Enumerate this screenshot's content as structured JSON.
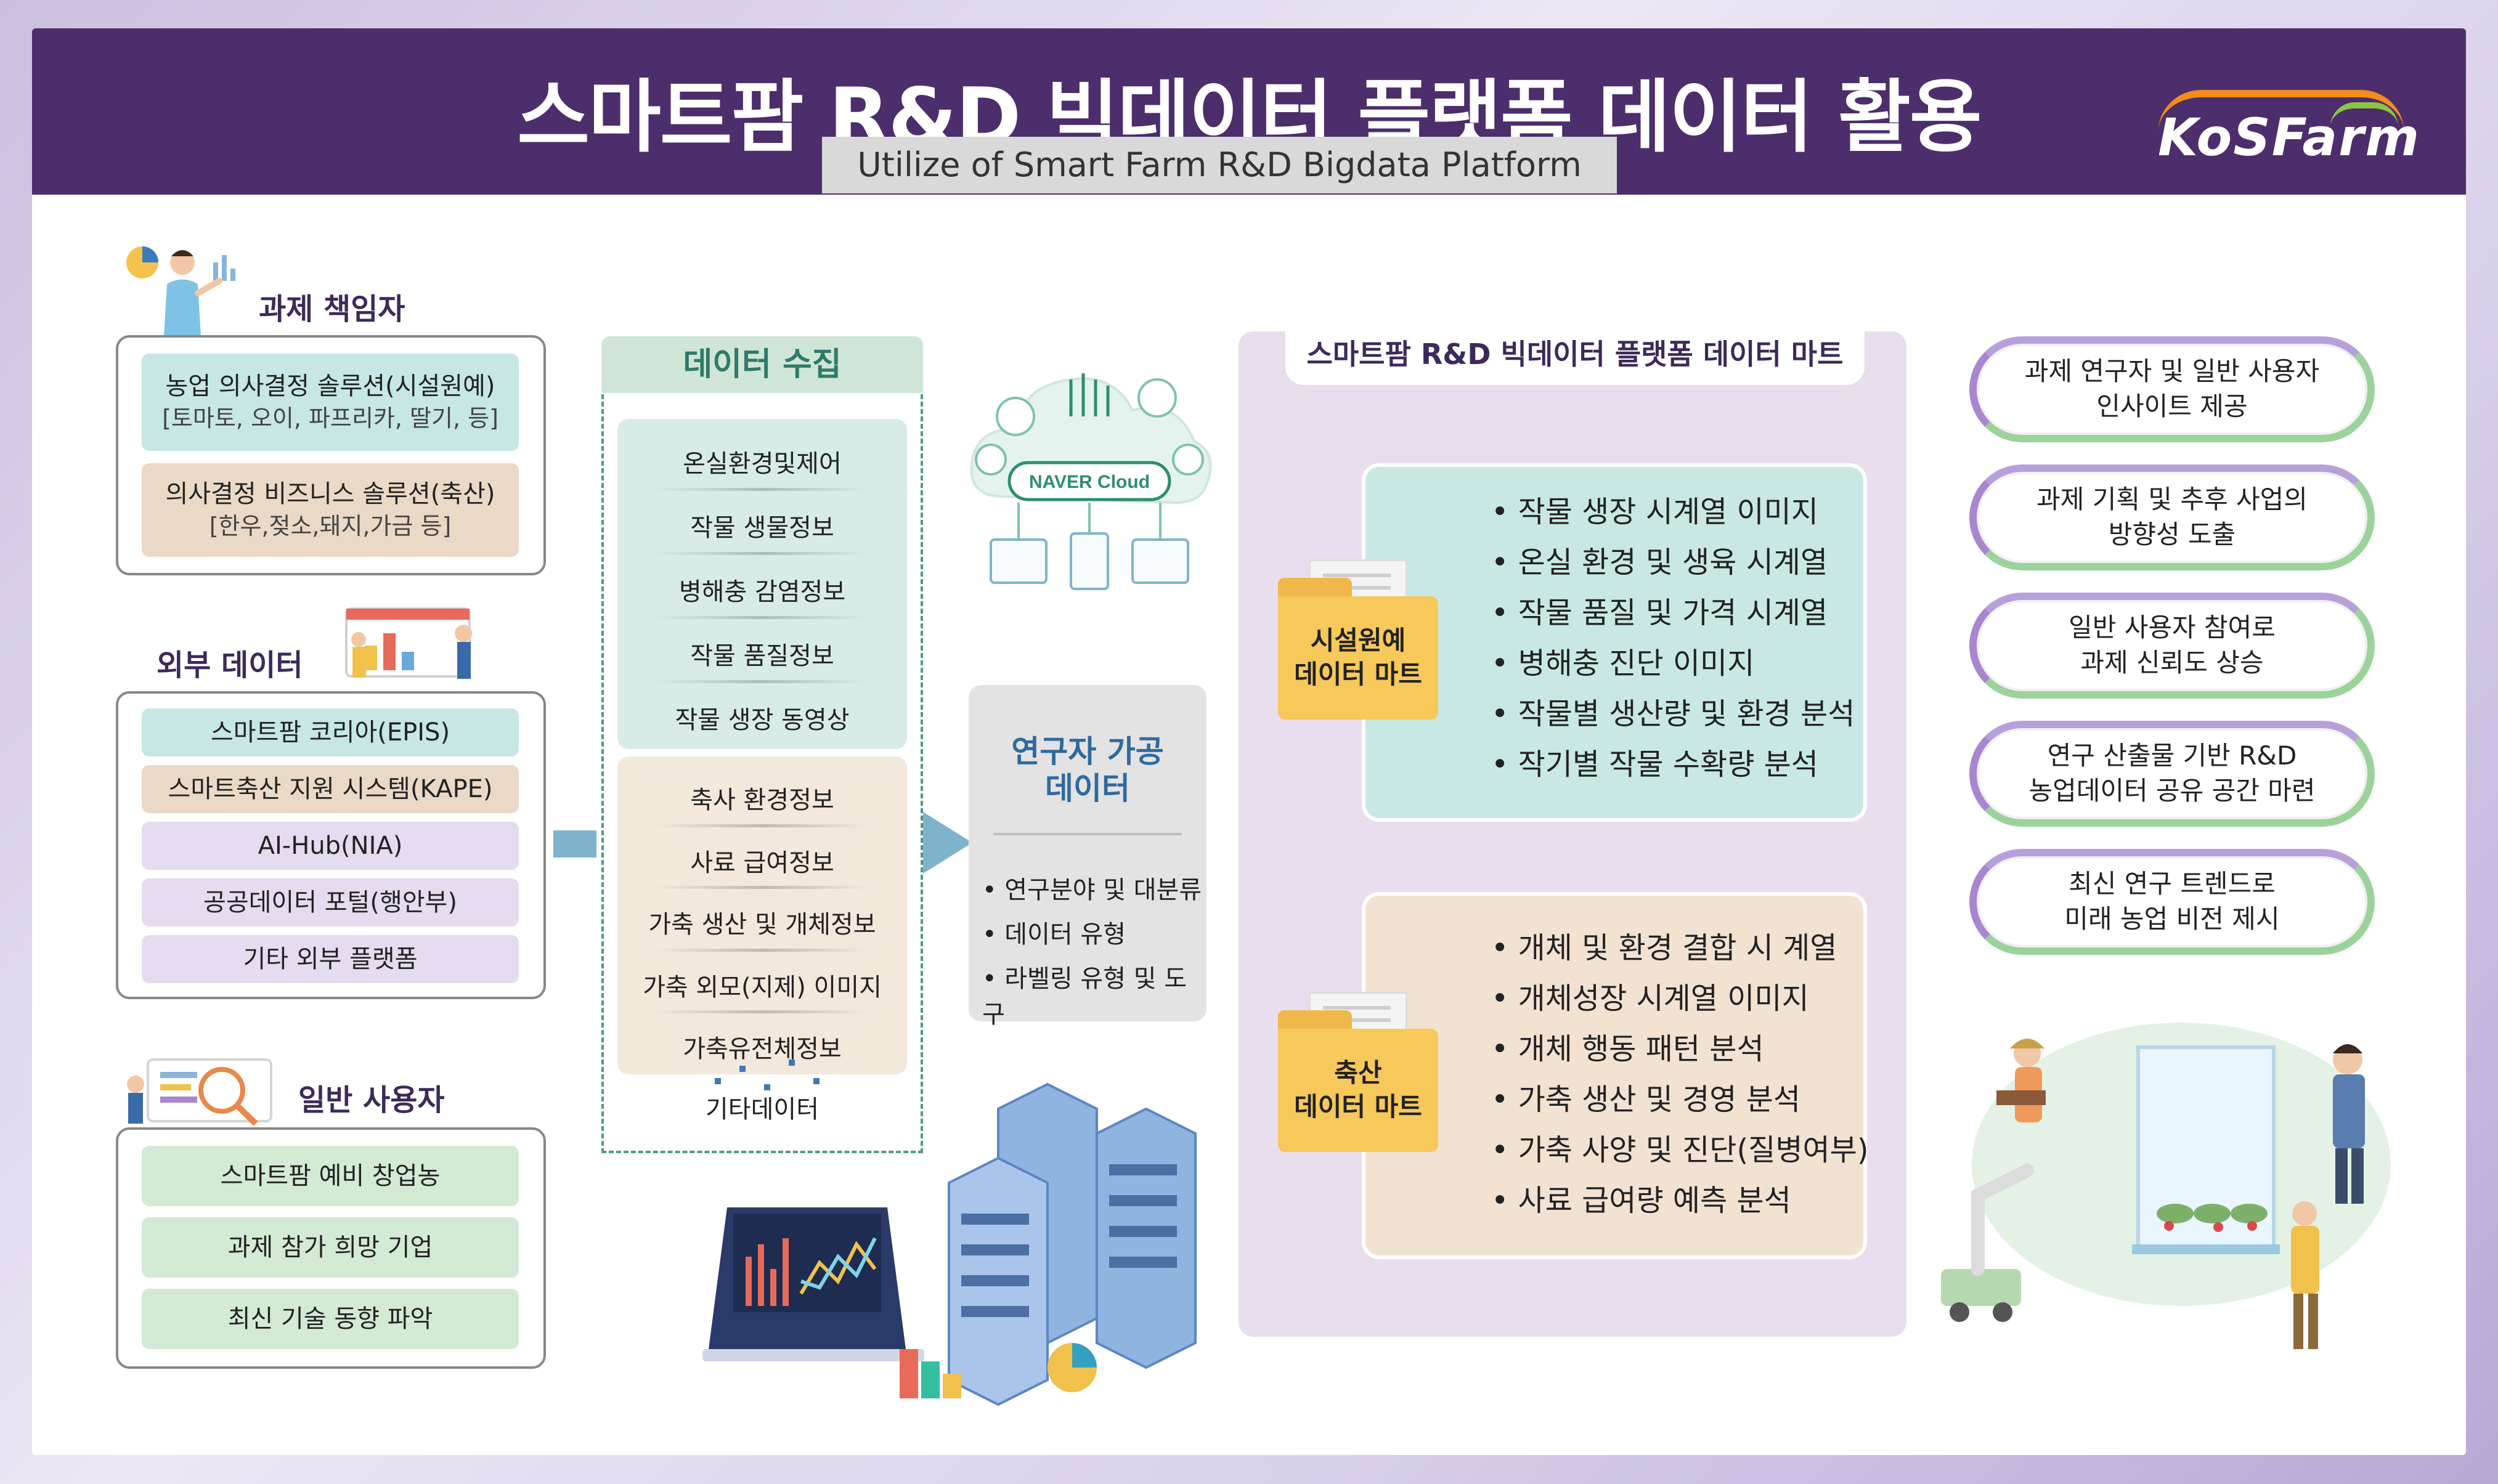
{
  "header": {
    "title": "스마트팜 R&D 빅데이터 플랫폼 데이터 활용",
    "subtitle": "Utilize of Smart Farm R&D Bigdata Platform",
    "logo": "KoSFarm"
  },
  "left": {
    "pi": {
      "heading": "과제 책임자",
      "items": [
        {
          "label": "농업 의사결정 솔루션(시설원예)",
          "sub": "[토마토, 오이, 파프리카, 딸기, 등]"
        },
        {
          "label": "의사결정 비즈니스 솔루션(축산)",
          "sub": "[한우,젖소,돼지,가금 등]"
        }
      ]
    },
    "external": {
      "heading": "외부 데이터",
      "items": [
        "스마트팜 코리아(EPIS)",
        "스마트축산 지원 시스템(KAPE)",
        "AI-Hub(NIA)",
        "공공데이터 포털(행안부)",
        "기타 외부 플랫폼"
      ]
    },
    "users": {
      "heading": "일반 사용자",
      "items": [
        "스마트팜 예비 창업농",
        "과제 참가 희망 기업",
        "최신 기술 동향 파악"
      ]
    }
  },
  "collect": {
    "heading": "데이터 수집",
    "group1": [
      "온실환경및제어",
      "작물 생물정보",
      "병해충 감염정보",
      "작물 품질정보",
      "작물 생장 동영상"
    ],
    "group2": [
      "축사 환경정보",
      "사료 급여정보",
      "가축 생산 및 개체정보",
      "가축 외모(지제) 이미지",
      "가축유전체정보"
    ],
    "other": "기타데이터"
  },
  "cloud": {
    "label": "NAVER Cloud"
  },
  "researcher": {
    "title_line1": "연구자 가공",
    "title_line2": "데이터",
    "items": [
      "• 연구분야 및 대분류",
      "• 데이터 유형",
      "• 라벨링 유형 및 도구"
    ]
  },
  "mart": {
    "heading": "스마트팜 R&D 빅데이터 플랫폼 데이터 마트",
    "horti": {
      "folder_line1": "시설원예",
      "folder_line2": "데이터 마트",
      "items": [
        "• 작물 생장 시계열 이미지",
        "• 온실 환경 및 생육 시계열",
        "• 작물 품질 및 가격 시계열",
        "• 병해충 진단 이미지",
        "• 작물별 생산량 및 환경 분석",
        "• 작기별 작물 수확량 분석"
      ]
    },
    "livestock": {
      "folder_line1": "축산",
      "folder_line2": "데이터 마트",
      "items": [
        "• 개체 및 환경 결합 시 계열",
        "• 개체성장 시계열 이미지",
        "• 개체 행동 패턴 분석",
        "• 가축 생산 및 경영 분석",
        "• 가축 사양 및 진단(질병여부)",
        "• 사료 급여량 예측 분석"
      ]
    }
  },
  "outcomes": [
    {
      "line1": "과제 연구자 및 일반 사용자",
      "line2": "인사이트 제공"
    },
    {
      "line1": "과제 기획 및 추후 사업의",
      "line2": "방향성 도출"
    },
    {
      "line1": "일반 사용자 참여로",
      "line2": "과제 신뢰도 상승"
    },
    {
      "line1": "연구 산출물 기반 R&D",
      "line2": "농업데이터 공유 공간 마련"
    },
    {
      "line1": "최신 연구 트렌드로",
      "line2": "미래 농업 비전 제시"
    }
  ],
  "colors": {
    "header": "#4b2e6b",
    "teal": "#c6e7e3",
    "beige": "#ead9c6",
    "lavender": "#e5dcef",
    "green": "#d3ead5",
    "folder": "#f7c85a",
    "accent_blue": "#7fb3cc"
  }
}
